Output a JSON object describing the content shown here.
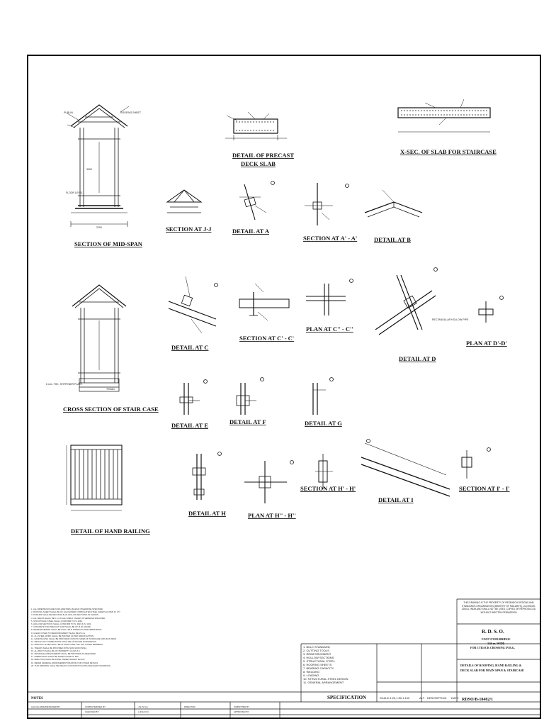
{
  "titles": {
    "mid_span": "SECTION OF MID-SPAN",
    "precast": "DETAIL OF PRECAST",
    "precast2": "DECK SLAB",
    "xsec": "X-SEC. OF SLAB FOR STAIRCASE",
    "jj": "SECTION AT J-J",
    "det_a": "DETAIL AT A",
    "sec_a": "SECTION AT A' - A'",
    "det_b": "DETAIL AT B",
    "stair": "CROSS SECTION OF STAIR CASE",
    "det_c": "DETAIL AT C",
    "sec_c": "SECTION AT C' - C'",
    "plan_c": "PLAN AT C'' - C''",
    "det_d": "DETAIL AT D",
    "plan_d": "PLAN AT D'-D'",
    "det_e": "DETAIL AT E",
    "det_f": "DETAIL AT F",
    "det_g": "DETAIL AT G",
    "hand": "DETAIL OF HAND RAILING",
    "det_h": "DETAIL AT H",
    "plan_h": "PLAN AT H'' - H''",
    "sec_h": "SECTION AT H' - H'",
    "det_i": "DETAIL AT I",
    "sec_i": "SECTION AT I' - I'"
  },
  "labels": {
    "floor_level": "FLOOR LEVEL",
    "roofing_sheet": "ROOFING SHEET",
    "purlin": "PURLIN",
    "dim_2200": "2200",
    "dim_3000": "3000",
    "plate": "6 mm. THK. STIFFENER PLATE",
    "rect_hollow": "RECTANGULAR HOLLOW PIPE",
    "tread": "TREAD"
  },
  "title_block": {
    "owner_note": "THIS DRAWING IS THE PROPERTY OF RESEARCH DESIGNS AND STANDARDS ORGANISATION (MINISTRY OF RAILWAYS), LUCKNOW-226011, INDIA AND SHALL NOT BE USED, COPIED OR REPRODUCED WITHOUT WRITTEN PERMISSION",
    "org": "R. D. S. O.",
    "project1": "FOOT OVER BRIDGE",
    "project2": "3.66 m. WIDE",
    "project3": "FOR 3 TRACK CROSSING IN B.G.",
    "desc1": "DETAILS OF ROOFING, HAND RAILING &",
    "desc2": "DECK SLAB FOR MAIN SPAN & STAIRCASE",
    "drg_no": "RDSO/B-10402/1",
    "spec": "SPECIFICATION",
    "scale": "SCALE-1:25,1:50,1:100",
    "alt": "ALT.",
    "description": "DESCRIPTION",
    "date": "DATE",
    "notes": "NOTES"
  },
  "signatures": [
    "CALCULATED/DESIGNED BY",
    "COMPUTERISED BY",
    "CHECKED BY",
    "J.E./S.S.E.",
    "A.D.E./D.D.",
    "DIRECTOR",
    "SUBMITTED BY",
    "APPROVED BY"
  ],
  "notes_lines": [
    "1. ALL DIMENSIONS ARE IN MILLIMETRES UNLESS OTHERWISE SPECIFIED.",
    "2. ROOFING SHEET SHALL BE OF GALVANISED CORRUGATED STEEL SHEETS AS PER IS: 277.",
    "3. PURLINS SHALL BE RECTANGULAR HOLLOW SECTIONS AS SHOWN.",
    "4. ALL WELDS SHALL BE 6 mm FILLET WELD UNLESS OTHERWISE SPECIFIED.",
    "5. STRUCTURAL STEEL SHALL CONFORM TO IS: 2062.",
    "6. HOLLOW SECTIONS SHALL CONFORM TO IS: 4923 & IS: 1161.",
    "7. CONCRETE FOR PRECAST SLAB SHALL BE OF M-30 GRADE.",
    "8. REINFORCEMENT SHALL BE HIGH YIELD STRENGTH DEFORMED BARS.",
    "9. CLEAR COVER TO REINFORCEMENT SHALL BE 25 mm.",
    "10. ALL STEEL WORK SHALL BE PAINTED AS PER SPECIFICATION.",
    "11. HAND RAILING SHALL BE PROVIDED ON BOTH SIDES OF STAIRCASE AND MAIN SPAN.",
    "12. DETAILS OF CONNECTIONS SHALL BE AS SHOWN IN DRAWINGS.",
    "13. PRECAST SLABS SHALL BE PLACED OVER THE TOP CHORD MEMBERS.",
    "14. TREADS SHALL BE PROVIDED WITH NON-SKID FINISH.",
    "15. ALL BOLTS SHALL BE OF PROPERTY CLASS 4.6.",
    "16. DRAINAGE ARRANGEMENT SHALL BE PROVIDED AS REQUIRED.",
    "17. FABRICATION SHALL BE DONE AS PER IS: 800.",
    "18. ERECTION SHALL BE DONE UNDER TRAFFIC BLOCK.",
    "19. REFER GENERAL ARRANGEMENT DRAWING FOR OTHER DETAILS.",
    "20. THIS DRAWING SHALL BE READ IN CONJUNCTION WITH RELEVANT DRAWINGS."
  ],
  "spec_lines": [
    "1. BULK STANDARD",
    "2. CUTTING TOOLS",
    "3. REINFORCEMENT",
    "4. HOLLOW SECTIONS",
    "5. STRUCTURAL STEEL",
    "6. ROOFING SHEETS",
    "7. BEARING CAPACITY",
    "8. WELDING",
    "9. LOADING",
    "10. STRUCTURAL STEEL DESIGN",
    "11. GENERAL ARRANGEMENT"
  ]
}
